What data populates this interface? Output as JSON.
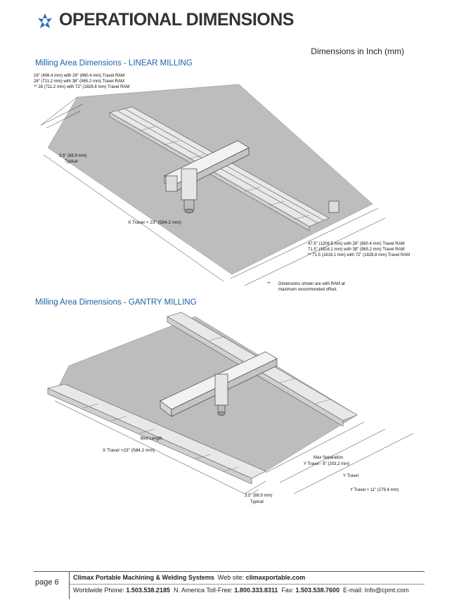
{
  "header": {
    "title": "OPERATIONAL DIMENSIONS",
    "units_note": "Dimensions in Inch (mm)"
  },
  "linear": {
    "title": "Milling Area Dimensions - LINEAR MILLING",
    "top_notes": [
      "16\" (406.4 mm) with 26\" (660.4 mm) Travel RAM",
      "28\" (711.2 mm) with 38\" (965.2 mm) Travel RAM",
      "** 28 (711.2 mm) with 72\" (1828.8 mm) Travel RAM"
    ],
    "typical_dim": "3.5\" (88.9 mm)",
    "typical_label": "Typical",
    "x_travel": "X Travel + 23\" (584.2 mm)",
    "right_notes": [
      "47.5\" (1206.5 mm) with 26\" (660.4 mm) Travel RAM",
      "71.5\" (1816.1 mm) with 38\" (965.2 mm) Travel RAM",
      "** 71.5 (1816.1 mm) with 72\" (1828.8 mm) Travel RAM"
    ],
    "footnote_marker": "**",
    "footnote": [
      "Dimensions shown are with RAM at",
      "maximum recommended offset."
    ]
  },
  "gantry": {
    "title": "Milling Area Dimensions - GANTRY MILLING",
    "bed_length": "Bed Length",
    "x_travel": "X Travel +23\" (584.2 mm)",
    "max_sep": "Max Separation",
    "y_travel_minus": "Y Travel - 8\" (203.2 mm)",
    "y_travel": "Y Travel",
    "y_travel_plus": "Y Travel + 11\" (279.4 mm)",
    "typical_dim": "3.5\" (88.9 mm)",
    "typical_label": "Typical"
  },
  "footer": {
    "page": "page 6",
    "company": "Climax Portable Machining & Welding Systems",
    "web_label": "Web site:",
    "web": "climaxportable.com",
    "phone_label": "Worldwide Phone:",
    "phone": "1.503.538.2185",
    "tollfree_label": "N. America Toll-Free:",
    "tollfree": "1.800.333.8311",
    "fax_label": "Fax:",
    "fax": "1.503.538.7600",
    "email_label": "E-mail:",
    "email": "Info@cpmt.com"
  },
  "colors": {
    "accent": "#1f5fa8",
    "logo": "#2a6fb8",
    "bed": "#bdbdbd"
  }
}
